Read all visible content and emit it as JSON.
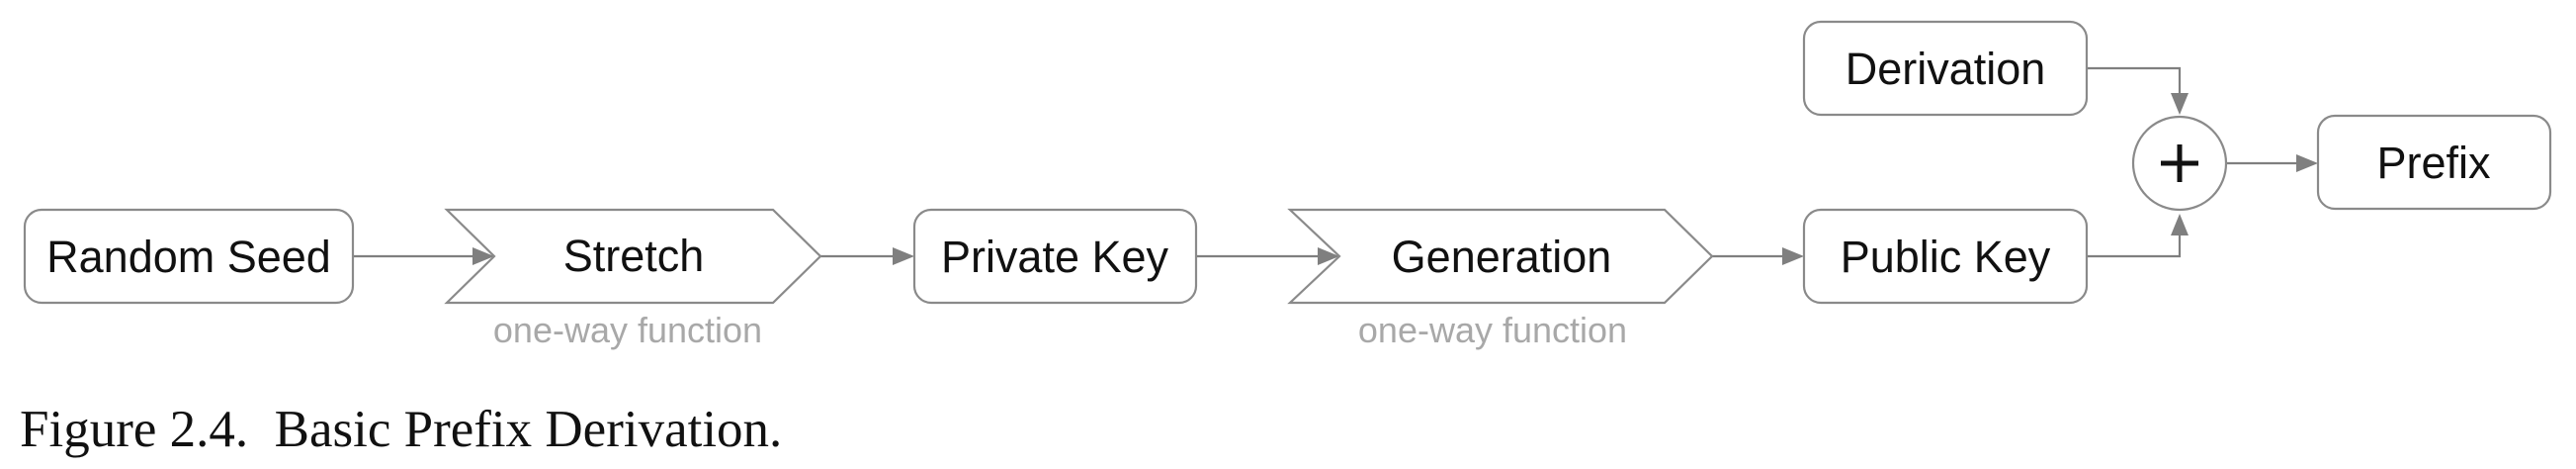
{
  "nodes": {
    "random_seed": "Random Seed",
    "stretch": "Stretch",
    "private_key": "Private Key",
    "generation": "Generation",
    "public_key": "Public Key",
    "derivation": "Derivation",
    "prefix": "Prefix"
  },
  "sublabels": {
    "stretch": "one-way function",
    "generation": "one-way function"
  },
  "operator": "+",
  "caption": "Figure 2.4.  Basic Prefix Derivation."
}
